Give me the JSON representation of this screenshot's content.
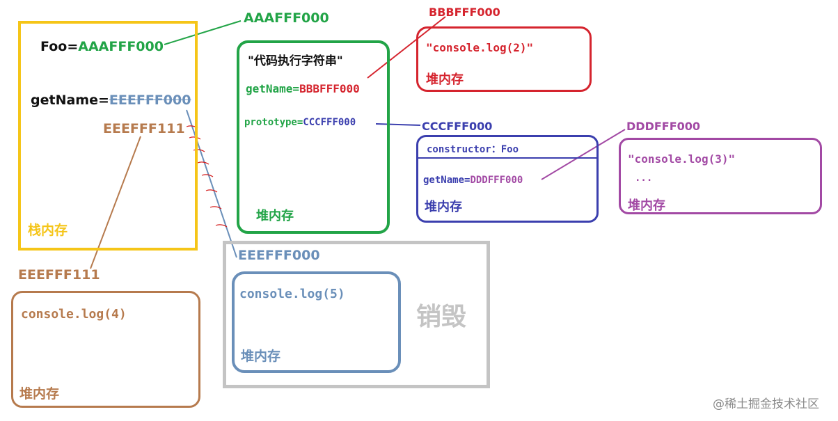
{
  "colors": {
    "stack": "#f5c518",
    "green": "#22a447",
    "red": "#d5242e",
    "blue": "#3b3fae",
    "purple": "#a249a4",
    "steel": "#6a8fb9",
    "brown": "#b67a4d",
    "gray": "#c4c4c4",
    "tick_red": "#d31c1c"
  },
  "stack": {
    "foo_key": "Foo=",
    "foo_val": "AAAFFF000",
    "getname_key": "getName=",
    "getname_val": "EEEFFF000",
    "getname_new": "EEEFFF111",
    "label": "栈内存"
  },
  "addr_aaa": "AAAFFF000",
  "heap_green": {
    "title": "\"代码执行字符串\"",
    "getname_key": "getName=",
    "getname_val": "BBBFFF000",
    "proto_key": "prototype=",
    "proto_val": "CCCFFF000",
    "label": "堆内存"
  },
  "heap_red": {
    "addr": "BBBFFF000",
    "code": "\"console.log(2)\"",
    "label": "堆内存"
  },
  "heap_blue": {
    "addr": "CCCFFF000",
    "ctor": "constructor：Foo",
    "getname_key": "getName=",
    "getname_val": "DDDFFF000",
    "label": "堆内存"
  },
  "heap_purple": {
    "addr": "DDDFFF000",
    "code": "\"console.log(3)\"",
    "dots": "...",
    "label": "堆内存"
  },
  "heap_steel": {
    "addr": "EEEFFF000",
    "code": "console.log(5)",
    "label": "堆内存"
  },
  "destroy_label": "销毁",
  "heap_brown": {
    "addr": "EEEFFF111",
    "code": "console.log(4)",
    "label": "堆内存"
  },
  "watermark": "@稀土掘金技术社区"
}
